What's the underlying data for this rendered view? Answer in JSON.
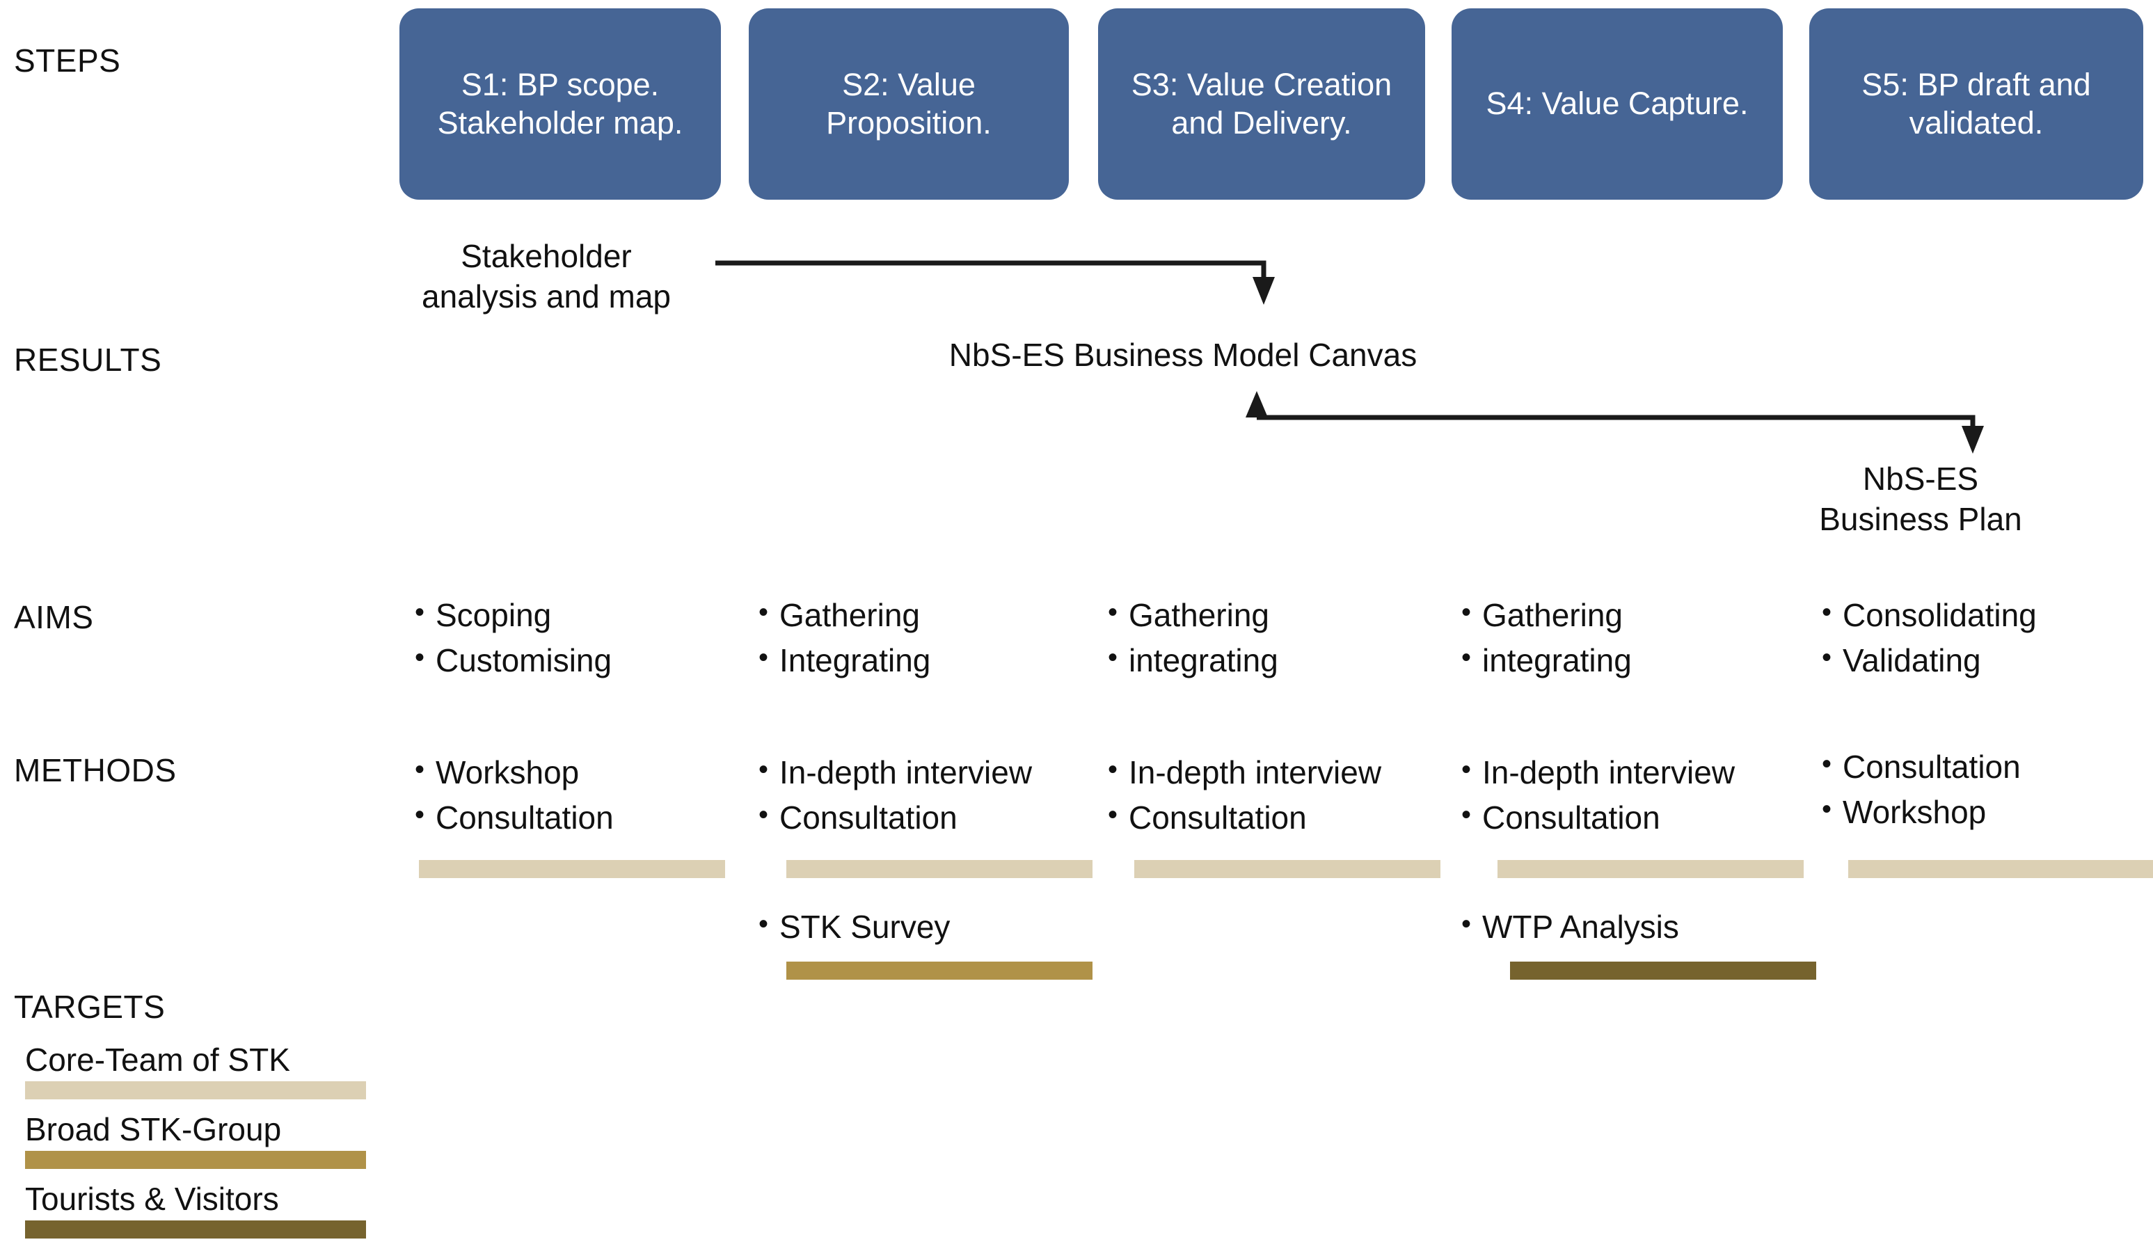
{
  "rows": {
    "steps_label": "STEPS",
    "results_label": "RESULTS",
    "aims_label": "AIMS",
    "methods_label": "METHODS",
    "targets_label": "TARGETS"
  },
  "colors": {
    "step_box_blue": "#466595",
    "core_team_tan": "#DCD0B4",
    "broad_group_gold": "#B09248",
    "tourists_brown": "#76632E",
    "text_black": "#111111",
    "box_text_white": "#FFFFFF"
  },
  "steps": [
    {
      "id": "s1",
      "label": "S1: BP scope.\nStakeholder\nmap."
    },
    {
      "id": "s2",
      "label": "S2: Value\nProposition."
    },
    {
      "id": "s3",
      "label": "S3: Value\nCreation and\nDelivery."
    },
    {
      "id": "s4",
      "label": "S4:  Value\nCapture."
    },
    {
      "id": "s5",
      "label": "S5: BP draft\nand validated."
    }
  ],
  "results": {
    "stakeholder_map": "Stakeholder\nanalysis and map",
    "canvas": "NbS-ES Business Model Canvas",
    "business_plan": "NbS-ES\nBusiness Plan"
  },
  "aims": [
    {
      "column": 1,
      "items": [
        "Scoping",
        "Customising"
      ]
    },
    {
      "column": 2,
      "items": [
        "Gathering",
        "Integrating"
      ]
    },
    {
      "column": 3,
      "items": [
        "Gathering",
        "integrating"
      ]
    },
    {
      "column": 4,
      "items": [
        "Gathering",
        "integrating"
      ]
    },
    {
      "column": 5,
      "items": [
        "Consolidating",
        "Validating"
      ]
    }
  ],
  "methods": [
    {
      "column": 1,
      "items": [
        "Workshop",
        "Consultation"
      ],
      "bar_color_key": "core_team_tan",
      "extra": null
    },
    {
      "column": 2,
      "items": [
        "In-depth interview",
        "Consultation"
      ],
      "bar_color_key": "core_team_tan",
      "extra": {
        "items": [
          "STK Survey"
        ],
        "bar_color_key": "broad_group_gold"
      }
    },
    {
      "column": 3,
      "items": [
        "In-depth interview",
        "Consultation"
      ],
      "bar_color_key": "core_team_tan",
      "extra": null
    },
    {
      "column": 4,
      "items": [
        "In-depth interview",
        "Consultation"
      ],
      "bar_color_key": "core_team_tan",
      "extra": {
        "items": [
          "WTP Analysis"
        ],
        "bar_color_key": "tourists_brown"
      }
    },
    {
      "column": 5,
      "items": [
        "Consultation",
        "Workshop"
      ],
      "bar_color_key": "core_team_tan",
      "extra": null
    }
  ],
  "targets_legend": [
    {
      "label": "Core-Team of STK",
      "color": "#DCD0B4"
    },
    {
      "label": "Broad STK-Group",
      "color": "#B09248"
    },
    {
      "label": "Tourists & Visitors",
      "color": "#76632E"
    }
  ],
  "bullet_glyph": "•"
}
